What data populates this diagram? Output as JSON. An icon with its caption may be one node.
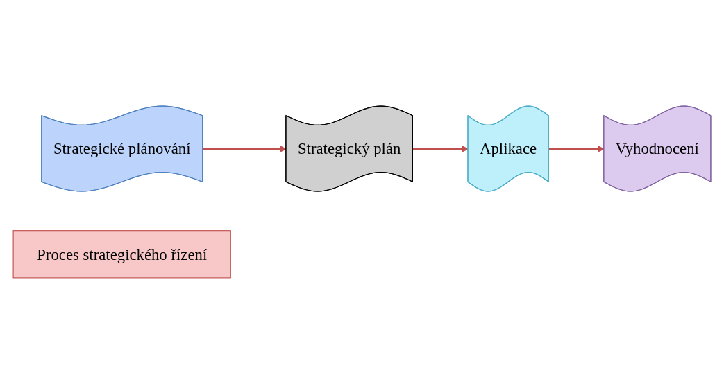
{
  "diagram": {
    "nodes": [
      {
        "text": [
          "Strategické plánování"
        ]
      },
      {
        "text": [
          "Strategický plán"
        ]
      },
      {
        "text": [
          "Aplikace"
        ]
      },
      {
        "text": [
          "Vyhodnocení"
        ]
      },
      {
        "text": [
          "Proces strategického řízení"
        ]
      }
    ],
    "edges": [
      {
        "from": 0,
        "to": 1,
        "arrow": "to"
      },
      {
        "from": 1,
        "to": 2,
        "arrow": "to"
      },
      {
        "from": 2,
        "to": 3,
        "arrow": "to"
      }
    ]
  }
}
